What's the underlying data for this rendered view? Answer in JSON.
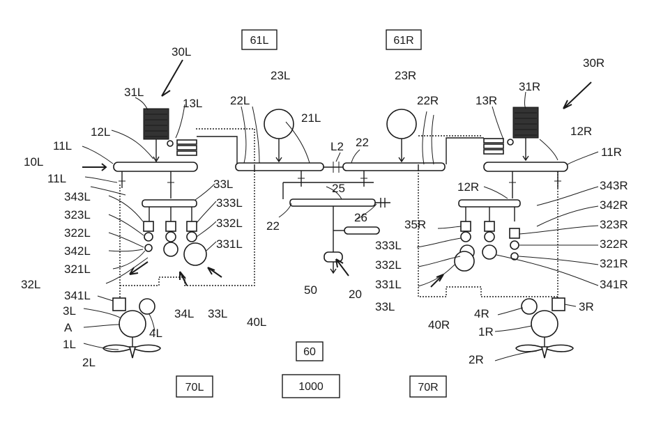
{
  "boxes": {
    "b61L": "61L",
    "b61R": "61R",
    "b60": "60",
    "b1000": "1000",
    "b70L": "70L",
    "b70R": "70R"
  },
  "labels": {
    "l30L": "30L",
    "l31L": "31L",
    "l13L": "13L",
    "l12L": "12L",
    "l11L_a": "11L",
    "l10L": "10L",
    "l11L_b": "11L",
    "l343L": "343L",
    "l323L": "323L",
    "l322L": "322L",
    "l342L": "342L",
    "l321L": "321L",
    "l32L": "32L",
    "l341L": "341L",
    "l3L": "3L",
    "lA": "A",
    "l1L": "1L",
    "l2L": "2L",
    "l4L": "4L",
    "l34L": "34L",
    "l33L_a": "33L",
    "l40L": "40L",
    "l33L_b": "33L",
    "l333L_a": "333L",
    "l332L_a": "332L",
    "l331L_a": "331L",
    "l22L": "22L",
    "l23L": "23L",
    "l21L": "21L",
    "lL2": "L2",
    "l22_a": "22",
    "l25": "25",
    "l22_b": "22",
    "l26": "26",
    "l50": "50",
    "l20": "20",
    "l23R": "23R",
    "l22R": "22R",
    "l13R": "13R",
    "l31R": "31R",
    "l30R": "30R",
    "l12R_a": "12R",
    "l11R": "11R",
    "l12R_b": "12R",
    "l343R": "343R",
    "l342R": "342R",
    "l35R": "35R",
    "l323R": "323R",
    "l322R": "322R",
    "l321R": "321R",
    "l333L_r": "333L",
    "l332L_r": "332L",
    "l331L_r": "331L",
    "l341R": "341R",
    "l33L_r": "33L",
    "l40R": "40R",
    "l4R": "4R",
    "l3R": "3R",
    "l1R": "1R",
    "l2R": "2R"
  }
}
